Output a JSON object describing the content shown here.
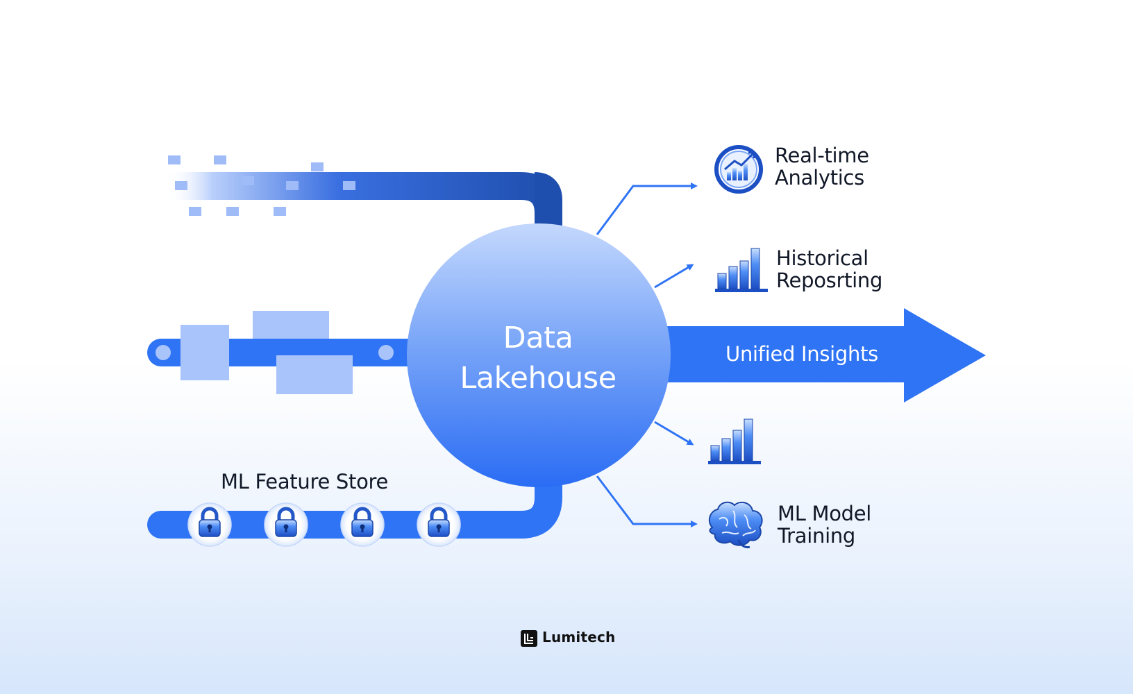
{
  "hub": {
    "title_line1": "Data",
    "title_line2": "Lakehouse"
  },
  "inputs": {
    "feature_store_label": "ML Feature Store"
  },
  "output_arrow": {
    "label": "Unified Insights"
  },
  "outputs": [
    {
      "line1": "Real-time",
      "line2": "Analytics",
      "icon": "analytics-gauge-icon"
    },
    {
      "line1": "Historical",
      "line2": "Reposrting",
      "icon": "bar-chart-icon"
    },
    {
      "line1": "",
      "line2": "",
      "icon": "bar-chart-icon"
    },
    {
      "line1": "ML Model",
      "line2": "Training",
      "icon": "brain-icon"
    }
  ],
  "brand": {
    "name": "Lumitech",
    "icon": "lumitech-logo-icon"
  },
  "colors": {
    "primary_blue": "#2f74f5",
    "dark_blue": "#1f4fae",
    "light_blue": "#a9c4fb",
    "text": "#111827"
  }
}
